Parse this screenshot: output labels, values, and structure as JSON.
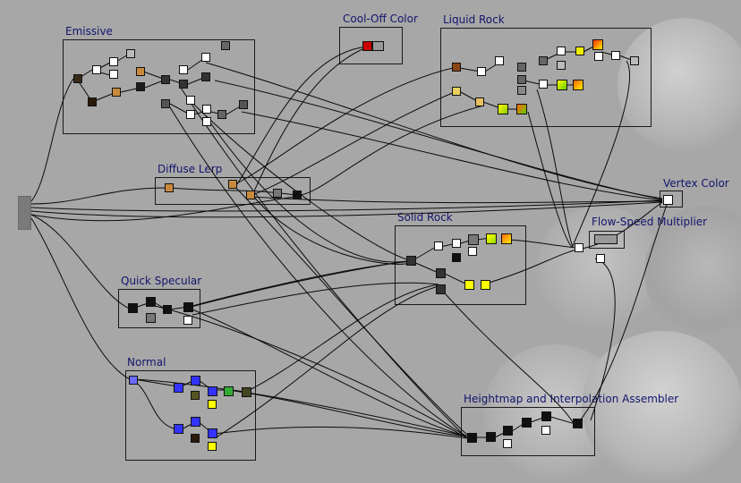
{
  "groups": {
    "emissive": {
      "title": "Emissive"
    },
    "cool_off": {
      "title": "Cool-Off Color"
    },
    "liquid_rock": {
      "title": "Liquid Rock"
    },
    "diffuse_lerp": {
      "title": "Diffuse Lerp"
    },
    "vertex_color": {
      "title": "Vertex Color"
    },
    "flow_speed": {
      "title": "Flow-Speed Multiplier"
    },
    "solid_rock": {
      "title": "Solid Rock"
    },
    "quick_specular": {
      "title": "Quick Specular"
    },
    "normal": {
      "title": "Normal"
    },
    "heightmap": {
      "title": "Heightmap and Interpolation Assembler"
    }
  },
  "colors": {
    "canvas_background": "#a7a7a7",
    "group_title": "#14146e",
    "wire": "#0b0b0b",
    "node_border": "#111111"
  }
}
